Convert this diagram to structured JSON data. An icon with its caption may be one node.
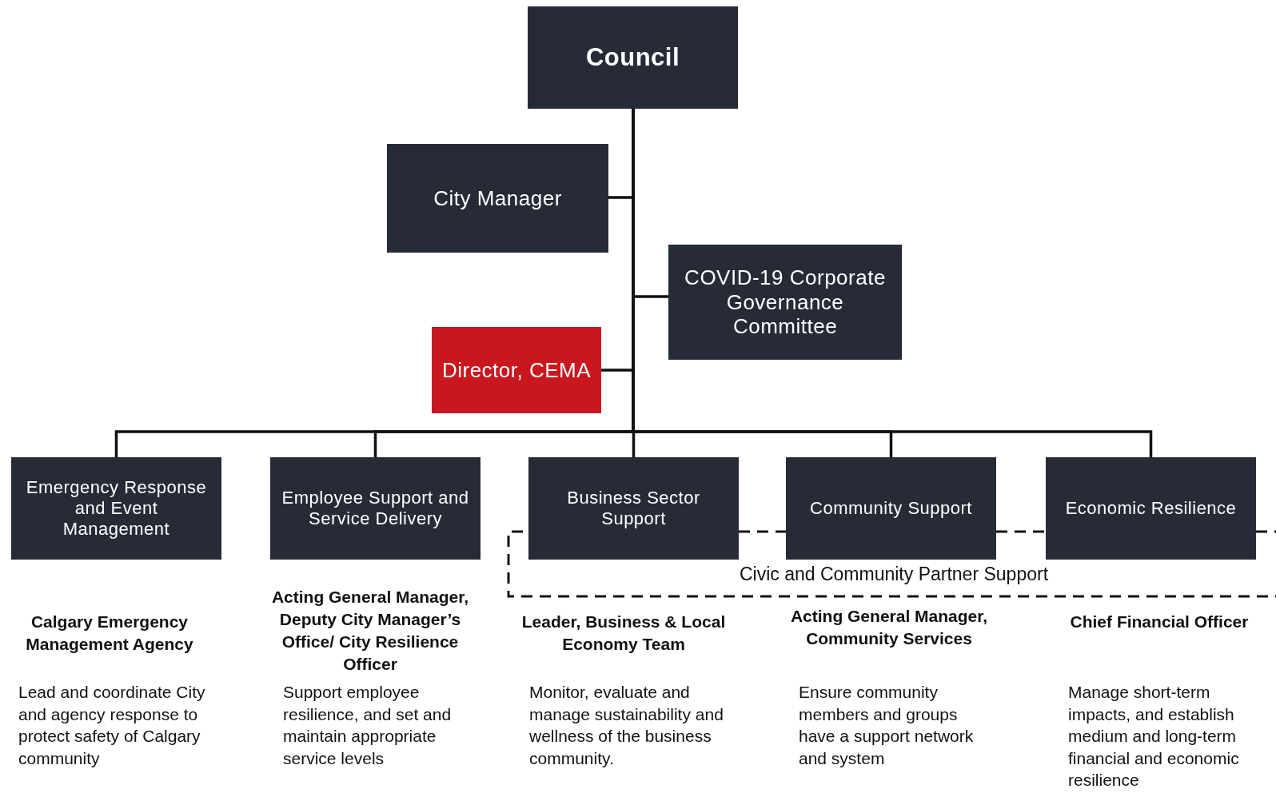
{
  "diagram": {
    "nodes": [
      {
        "text": [
          "Council"
        ]
      },
      {
        "text": [
          "City Manager"
        ]
      },
      {
        "text": [
          "COVID-19 Corporate Governance Committee"
        ]
      },
      {
        "text": [
          "Director, CEMA"
        ]
      },
      {
        "text": [
          "Emergency Response and Event Management"
        ],
        "beside": [
          "Calgary Emergency Management Agency",
          "Lead and coordinate City and agency response to protect safety of Calgary community"
        ]
      },
      {
        "text": [
          "Employee Support and Service Delivery"
        ],
        "beside": [
          "Acting General Manager, Deputy City Manager’s Office/ City Resilience Officer",
          "Support employee resilience, and set and maintain appropriate service levels"
        ]
      },
      {
        "text": [
          "Business Sector Support"
        ],
        "beside": [
          "Leader, Business & Local Economy Team",
          "Monitor, evaluate and manage sustainability and wellness of the business community."
        ]
      },
      {
        "text": [
          "Community Support"
        ],
        "beside": [
          "Acting General Manager, Community Services",
          "Ensure community members and groups have a support network and system"
        ]
      },
      {
        "text": [
          "Economic Resilience"
        ],
        "beside": [
          "Chief Financial Officer",
          "Manage short-term impacts, and establish medium and long-term financial and economic resilience"
        ]
      }
    ],
    "edges": [
      {
        "from": 0,
        "to": 1,
        "arrow": "none"
      },
      {
        "from": 0,
        "to": 2,
        "arrow": "none"
      },
      {
        "from": 0,
        "to": 3,
        "arrow": "none"
      },
      {
        "from": 0,
        "to": 4,
        "arrow": "none"
      },
      {
        "from": 0,
        "to": 5,
        "arrow": "none"
      },
      {
        "from": 0,
        "to": 6,
        "arrow": "none"
      },
      {
        "from": 0,
        "to": 7,
        "arrow": "none"
      },
      {
        "from": 0,
        "to": 8,
        "arrow": "none"
      },
      {
        "from": 6,
        "to": 7,
        "arrow": "none",
        "style": "dashed"
      },
      {
        "from": 7,
        "to": 8,
        "arrow": "none",
        "style": "dashed"
      },
      {
        "from": 8,
        "to": null,
        "arrow": "none",
        "style": "dashed"
      }
    ],
    "labels": [
      "Civic and Community Partner Support"
    ]
  }
}
